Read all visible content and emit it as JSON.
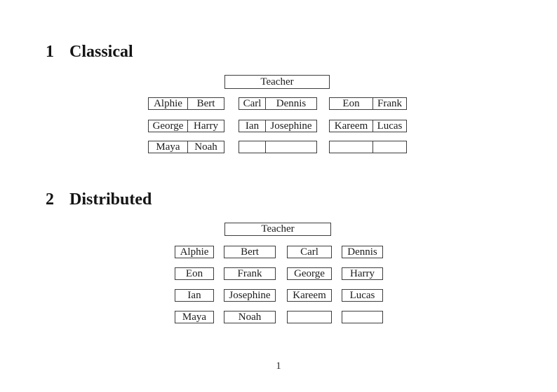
{
  "document": {
    "page_number": "1",
    "ink_color": "#1b1b1b",
    "border_color": "#3d3d3d",
    "background_color": "#ffffff"
  },
  "sections": [
    {
      "number": "1",
      "title": "Classical",
      "teacher": "Teacher",
      "desks": [
        [
          {
            "left": "Alphie",
            "right": "Bert"
          },
          {
            "left": "Carl",
            "right": "Dennis"
          },
          {
            "left": "Eon",
            "right": "Frank"
          }
        ],
        [
          {
            "left": "George",
            "right": "Harry"
          },
          {
            "left": "Ian",
            "right": "Josephine"
          },
          {
            "left": "Kareem",
            "right": "Lucas"
          }
        ],
        [
          {
            "left": "Maya",
            "right": "Noah"
          },
          {
            "left": "",
            "right": ""
          },
          {
            "left": "",
            "right": ""
          }
        ]
      ]
    },
    {
      "number": "2",
      "title": "Distributed",
      "teacher": "Teacher",
      "seats": [
        [
          "Alphie",
          "Bert",
          "Carl",
          "Dennis"
        ],
        [
          "Eon",
          "Frank",
          "George",
          "Harry"
        ],
        [
          "Ian",
          "Josephine",
          "Kareem",
          "Lucas"
        ],
        [
          "Maya",
          "Noah",
          "",
          ""
        ]
      ]
    }
  ]
}
